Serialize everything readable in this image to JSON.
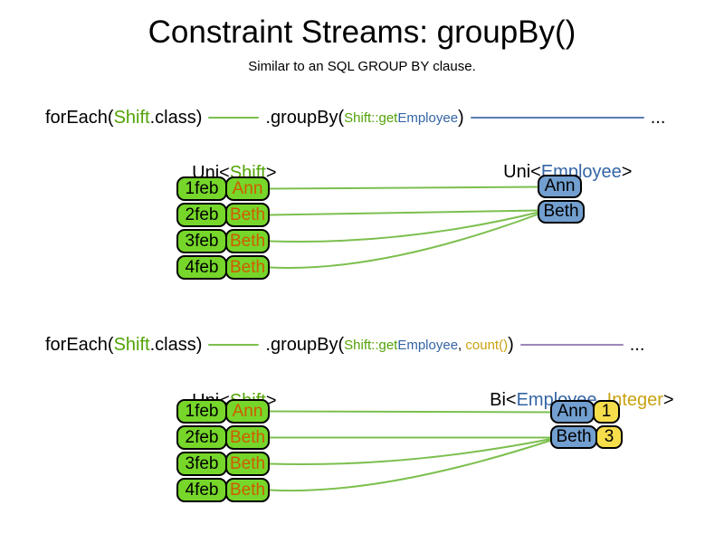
{
  "title": "Constraint Streams: groupBy()",
  "subtitle": "Similar to an SQL GROUP BY clause.",
  "colors": {
    "shift_green_text": "#52A306",
    "employee_blue_text": "#3465A4",
    "integer_gold_text": "#C9A213",
    "employee_name_orange_text": "#CE5C00",
    "shift_cell_green_fill": "#76D62A",
    "employee_node_blue_fill": "#729FCF",
    "count_cell_yellow_fill": "#F6DD4C",
    "connector_green": "#7CBF4E",
    "connector_blue": "#5B7DB1",
    "connector_purple": "#9C87B9"
  },
  "code_line_1": {
    "foreach_open": "forEach(",
    "foreach_class": "Shift",
    "foreach_close": ".class)",
    "groupby_open": ".groupBy(",
    "arg1_method": "Shift::get",
    "arg1_type": "Employee",
    "groupby_close": ")",
    "ellipsis": "..."
  },
  "code_line_2": {
    "foreach_open": "forEach(",
    "foreach_class": "Shift",
    "foreach_close": ".class)",
    "groupby_open": ".groupBy(",
    "arg1_method": "Shift::get",
    "arg1_type": "Employee",
    "arg_separator": ", ",
    "arg2_function": "count()",
    "groupby_close": ")",
    "ellipsis": "..."
  },
  "diagram_1": {
    "source_label": {
      "open": "Uni<",
      "type": "Shift",
      "close": ">"
    },
    "result_label": {
      "open": "Uni<",
      "type": "Employee",
      "close": ">"
    },
    "shift_rows": [
      {
        "date": "1feb",
        "employee": "Ann"
      },
      {
        "date": "2feb",
        "employee": "Beth"
      },
      {
        "date": "3feb",
        "employee": "Beth"
      },
      {
        "date": "4feb",
        "employee": "Beth"
      }
    ],
    "group_nodes": [
      "Ann",
      "Beth"
    ]
  },
  "diagram_2": {
    "source_label": {
      "open": "Uni<",
      "type": "Shift",
      "close": ">"
    },
    "result_label": {
      "open": "Bi<",
      "type1": "Employee",
      "separator": ", ",
      "type2": "Integer",
      "close": ">"
    },
    "shift_rows": [
      {
        "date": "1feb",
        "employee": "Ann"
      },
      {
        "date": "2feb",
        "employee": "Beth"
      },
      {
        "date": "3feb",
        "employee": "Beth"
      },
      {
        "date": "4feb",
        "employee": "Beth"
      }
    ],
    "group_nodes": [
      {
        "employee": "Ann",
        "count": "1"
      },
      {
        "employee": "Beth",
        "count": "3"
      }
    ]
  }
}
